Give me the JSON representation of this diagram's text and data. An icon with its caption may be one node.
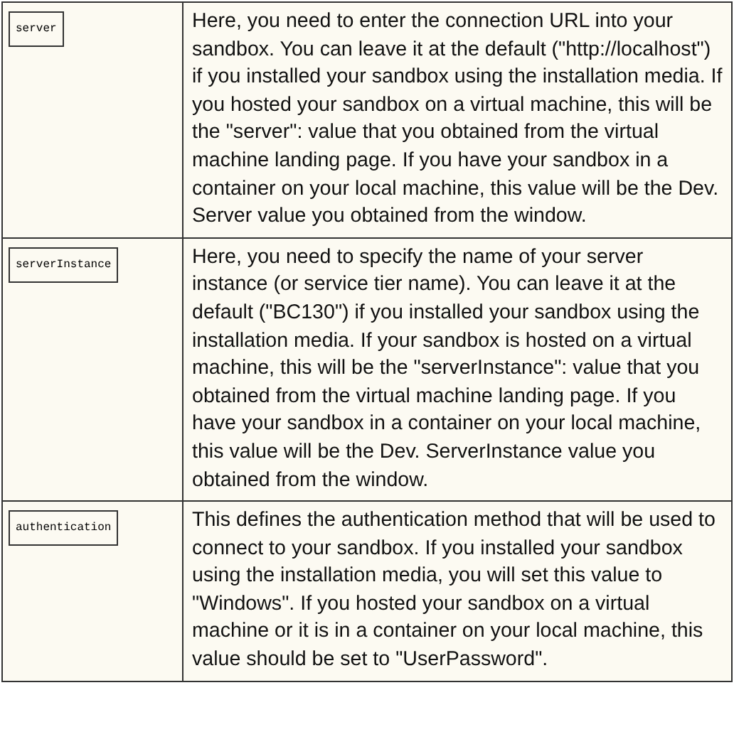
{
  "diagram": {
    "labels": [
      "server",
      "Here, you need to enter the connection URL into your sandbox. You can leave it at the default (\"http://localhost\") if you installed your sandbox using the installation media. If you hosted your sandbox on a virtual machine, this will be the \"server\": value that you obtained from the virtual machine landing page. If you have your sandbox in a container on your local machine, this value will be the Dev. Server value you obtained from the window.",
      "serverInstance",
      "Here, you need to specify the name of your server instance (or service tier name). You can leave it at the default (\"BC130\") if you installed your sandbox using the installation media. If your sandbox is hosted on a virtual machine, this will be the \"serverInstance\": value that you obtained from the virtual machine landing page. If you have your sandbox in a container on your local machine, this value will be the Dev. ServerInstance value you obtained from the window.",
      "authentication",
      "This defines the authentication method that will be used to connect to your sandbox. If you installed your sandbox using the installation media, you will set this value to \"Windows\". If you hosted your sandbox on a virtual machine or it is in a container on your local machine, this value should be set to \"UserPassword\"."
    ]
  }
}
